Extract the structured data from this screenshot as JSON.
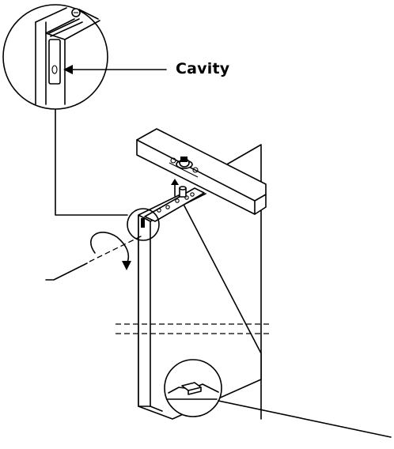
{
  "diagram": {
    "callout_label": "Cavity",
    "colors": {
      "line": "#000000",
      "background": "#ffffff"
    },
    "elements": [
      "magnified-detail-circle",
      "cavity-arrow",
      "door-frame-top-beam",
      "door-frame-right-post",
      "door-panel",
      "pivot-hinge-plate",
      "top-pivot-pin",
      "upward-arrow",
      "rotation-arrow",
      "pivot-axis-line",
      "break-lines",
      "bottom-pivot-detail-circle"
    ]
  }
}
